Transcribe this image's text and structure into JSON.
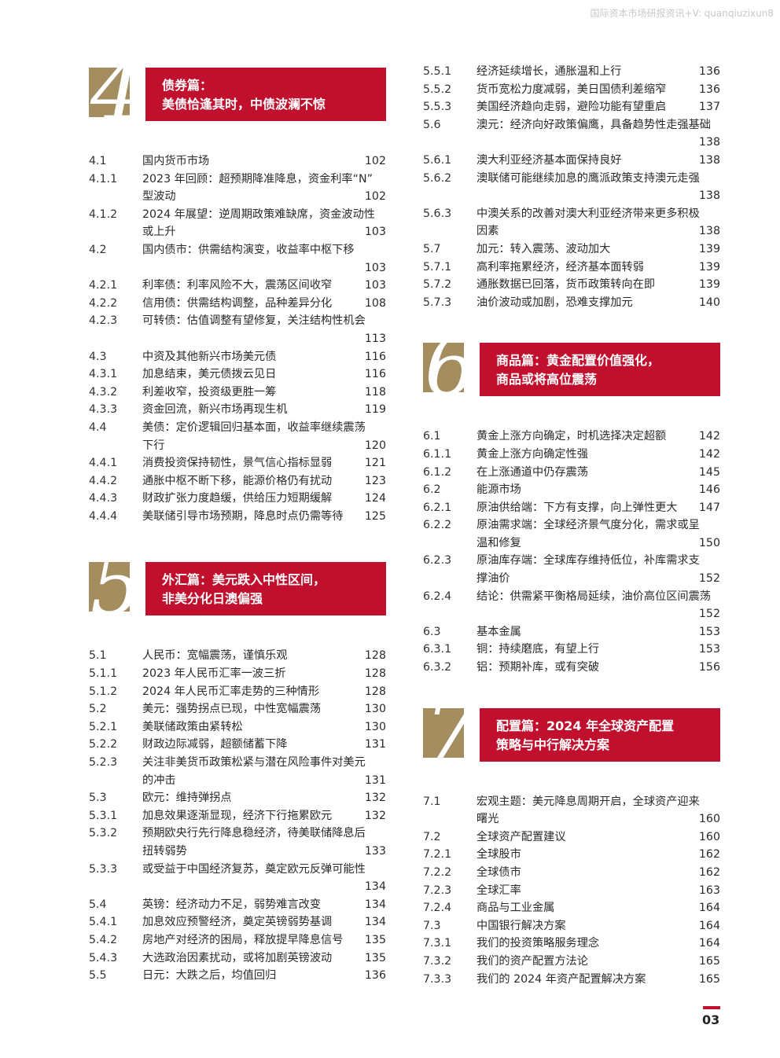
{
  "watermark": "国际资本市场研报资讯+V: quanqiuzixun8",
  "page_number": "03",
  "sections": {
    "s4": {
      "number": "4",
      "title_lines": [
        "债券篇：",
        "美债恰逢其时，中债波澜不惊"
      ],
      "items": [
        {
          "n": "4.1",
          "lines": [
            "国内货币市场"
          ],
          "pg": "102"
        },
        {
          "n": "4.1.1",
          "lines": [
            "2023 年回顾：超预期降准降息，资金利率“N”",
            "型波动"
          ],
          "pg": "102"
        },
        {
          "n": "4.1.2",
          "lines": [
            "2024 年展望：逆周期政策难缺席，资金波动性",
            "或上升"
          ],
          "pg": "103"
        },
        {
          "n": "4.2",
          "lines": [
            "国内债市：供需结构演变，收益率中枢下移",
            ""
          ],
          "pg": "103"
        },
        {
          "n": "4.2.1",
          "lines": [
            "利率债：利率风险不大，震荡区间收窄"
          ],
          "pg": "103"
        },
        {
          "n": "4.2.2",
          "lines": [
            "信用债：供需结构调整，品种差异分化"
          ],
          "pg": "108"
        },
        {
          "n": "4.2.3",
          "lines": [
            "可转债：估值调整有望修复，关注结构性机会",
            ""
          ],
          "pg": "113"
        },
        {
          "n": "4.3",
          "lines": [
            "中资及其他新兴市场美元债"
          ],
          "pg": "116"
        },
        {
          "n": "4.3.1",
          "lines": [
            "加息结束，美元债拨云见日"
          ],
          "pg": "116"
        },
        {
          "n": "4.3.2",
          "lines": [
            "利差收窄，投资级更胜一筹"
          ],
          "pg": "118"
        },
        {
          "n": "4.3.3",
          "lines": [
            "资金回流，新兴市场再现生机"
          ],
          "pg": "119"
        },
        {
          "n": "4.4",
          "lines": [
            "美债：定价逻辑回归基本面，收益率继续震荡",
            "下行"
          ],
          "pg": "120"
        },
        {
          "n": "4.4.1",
          "lines": [
            "消费投资保持韧性，景气信心指标显弱"
          ],
          "pg": "121"
        },
        {
          "n": "4.4.2",
          "lines": [
            "通胀中枢不断下移，能源价格仍有扰动"
          ],
          "pg": "123"
        },
        {
          "n": "4.4.3",
          "lines": [
            "财政扩张力度趋缓，供给压力短期缓解"
          ],
          "pg": "124"
        },
        {
          "n": "4.4.4",
          "lines": [
            "美联储引导市场预期，降息时点仍需等待"
          ],
          "pg": "125"
        }
      ]
    },
    "s5": {
      "number": "5",
      "title_lines": [
        "外汇篇：美元跌入中性区间，",
        "非美分化日澳偏强"
      ],
      "items": [
        {
          "n": "5.1",
          "lines": [
            "人民币：宽幅震荡，谨慎乐观"
          ],
          "pg": "128"
        },
        {
          "n": "5.1.1",
          "lines": [
            "2023 年人民币汇率一波三折"
          ],
          "pg": "128"
        },
        {
          "n": "5.1.2",
          "lines": [
            "2024 年人民币汇率走势的三种情形"
          ],
          "pg": "128"
        },
        {
          "n": "5.2",
          "lines": [
            "美元：强势拐点已现，中性宽幅震荡"
          ],
          "pg": "130"
        },
        {
          "n": "5.2.1",
          "lines": [
            "美联储政策由紧转松"
          ],
          "pg": "130"
        },
        {
          "n": "5.2.2",
          "lines": [
            "财政边际减弱，超额储蓄下降"
          ],
          "pg": "131"
        },
        {
          "n": "5.2.3",
          "lines": [
            "关注非美货币政策松紧与潜在风险事件对美元",
            "的冲击"
          ],
          "pg": "131"
        },
        {
          "n": "5.3",
          "lines": [
            "欧元：维持弹拐点"
          ],
          "pg": "132"
        },
        {
          "n": "5.3.1",
          "lines": [
            "加息效果逐渐显现，经济下行拖累欧元"
          ],
          "pg": "132"
        },
        {
          "n": "5.3.2",
          "lines": [
            "预期欧央行先行降息稳经济，待美联储降息后",
            "扭转弱势"
          ],
          "pg": "133"
        },
        {
          "n": "5.3.3",
          "lines": [
            "或受益于中国经济复苏，奠定欧元反弹可能性",
            ""
          ],
          "pg": "134"
        },
        {
          "n": "5.4",
          "lines": [
            "英镑：经济动力不足，弱势难言改变"
          ],
          "pg": "134"
        },
        {
          "n": "5.4.1",
          "lines": [
            "加息效应预警经济，奠定英镑弱势基调"
          ],
          "pg": "134"
        },
        {
          "n": "5.4.2",
          "lines": [
            "房地产对经济的困局，释放提早降息信号"
          ],
          "pg": "135"
        },
        {
          "n": "5.4.3",
          "lines": [
            "大选政治因素扰动，或将加剧英镑波动"
          ],
          "pg": "135"
        },
        {
          "n": "5.5",
          "lines": [
            "日元：大跌之后，均值回归"
          ],
          "pg": "136"
        }
      ]
    },
    "s5b": {
      "items": [
        {
          "n": "5.5.1",
          "lines": [
            "经济延续增长，通胀温和上行"
          ],
          "pg": "136"
        },
        {
          "n": "5.5.2",
          "lines": [
            "货币宽松力度减弱，美日国债利差缩窄"
          ],
          "pg": "136"
        },
        {
          "n": "5.5.3",
          "lines": [
            "美国经济趋向走弱，避险功能有望重启"
          ],
          "pg": "137"
        },
        {
          "n": "5.6",
          "lines": [
            "澳元：经济向好政策偏鹰，具备趋势性走强基础",
            ""
          ],
          "pg": "138"
        },
        {
          "n": "5.6.1",
          "lines": [
            "澳大利亚经济基本面保持良好"
          ],
          "pg": "138"
        },
        {
          "n": "5.6.2",
          "lines": [
            "澳联储可能继续加息的鹰派政策支持澳元走强",
            ""
          ],
          "pg": "138"
        },
        {
          "n": "5.6.3",
          "lines": [
            "中澳关系的改善对澳大利亚经济带来更多积极",
            "因素"
          ],
          "pg": "138"
        },
        {
          "n": "5.7",
          "lines": [
            "加元：转入震荡、波动加大"
          ],
          "pg": "139"
        },
        {
          "n": "5.7.1",
          "lines": [
            "高利率拖累经济，经济基本面转弱"
          ],
          "pg": "139"
        },
        {
          "n": "5.7.2",
          "lines": [
            "通胀数据已回落，货币政策转向在即"
          ],
          "pg": "139"
        },
        {
          "n": "5.7.3",
          "lines": [
            "油价波动或加剧，恐难支撑加元"
          ],
          "pg": "140"
        }
      ]
    },
    "s6": {
      "number": "6",
      "title_lines": [
        "商品篇：黄金配置价值强化，",
        "商品或将高位震荡"
      ],
      "items": [
        {
          "n": "6.1",
          "lines": [
            "黄金上涨方向确定，时机选择决定超额"
          ],
          "pg": "142"
        },
        {
          "n": "6.1.1",
          "lines": [
            "黄金上涨方向确定性强"
          ],
          "pg": "142"
        },
        {
          "n": "6.1.2",
          "lines": [
            "在上涨通道中仍存震荡"
          ],
          "pg": "145"
        },
        {
          "n": "6.2",
          "lines": [
            "能源市场"
          ],
          "pg": "146"
        },
        {
          "n": "6.2.1",
          "lines": [
            "原油供给端：下方有支撑，向上弹性更大"
          ],
          "pg": "147"
        },
        {
          "n": "6.2.2",
          "lines": [
            "原油需求端：全球经济景气度分化，需求或呈",
            "温和修复"
          ],
          "pg": "150"
        },
        {
          "n": "6.2.3",
          "lines": [
            "原油库存端：全球库存维持低位，补库需求支",
            "撑油价"
          ],
          "pg": "152"
        },
        {
          "n": "6.2.4",
          "lines": [
            "结论：供需紧平衡格局延续，油价高位区间震荡",
            ""
          ],
          "pg": "152"
        },
        {
          "n": "6.3",
          "lines": [
            "基本金属"
          ],
          "pg": "153"
        },
        {
          "n": "6.3.1",
          "lines": [
            "铜：持续磨底，有望上行"
          ],
          "pg": "153"
        },
        {
          "n": "6.3.2",
          "lines": [
            "铝：预期补库，或有突破"
          ],
          "pg": "156"
        }
      ]
    },
    "s7": {
      "number": "7",
      "title_lines": [
        "配置篇：2024 年全球资产配置",
        "策略与中行解决方案"
      ],
      "items": [
        {
          "n": "7.1",
          "lines": [
            "宏观主题：美元降息周期开启，全球资产迎来",
            "曙光"
          ],
          "pg": "160"
        },
        {
          "n": "7.2",
          "lines": [
            "全球资产配置建议"
          ],
          "pg": "160"
        },
        {
          "n": "7.2.1",
          "lines": [
            "全球股市"
          ],
          "pg": "162"
        },
        {
          "n": "7.2.2",
          "lines": [
            "全球债市"
          ],
          "pg": "162"
        },
        {
          "n": "7.2.3",
          "lines": [
            "全球汇率"
          ],
          "pg": "163"
        },
        {
          "n": "7.2.4",
          "lines": [
            "商品与工业金属"
          ],
          "pg": "164"
        },
        {
          "n": "7.3",
          "lines": [
            "中国银行解决方案"
          ],
          "pg": "164"
        },
        {
          "n": "7.3.1",
          "lines": [
            "我们的投资策略服务理念"
          ],
          "pg": "164"
        },
        {
          "n": "7.3.2",
          "lines": [
            "我们的资产配置方法论"
          ],
          "pg": "165"
        },
        {
          "n": "7.3.3",
          "lines": [
            "我们的 2024 年资产配置解决方案"
          ],
          "pg": "165"
        }
      ]
    }
  }
}
